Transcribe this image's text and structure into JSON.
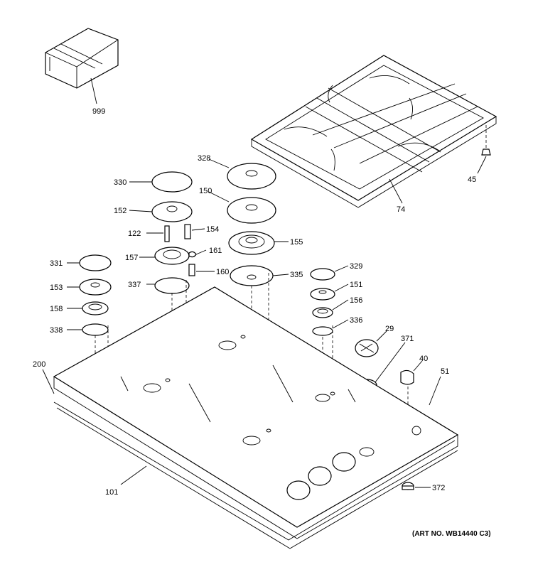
{
  "art_number": "(ART NO. WB14440 C3)",
  "callouts": {
    "c999": "999",
    "c74": "74",
    "c45": "45",
    "c328": "328",
    "c330": "330",
    "c150": "150",
    "c152": "152",
    "c122": "122",
    "c154": "154",
    "c155": "155",
    "c161": "161",
    "c157": "157",
    "c160": "160",
    "c331": "331",
    "c337": "337",
    "c335": "335",
    "c153": "153",
    "c158": "158",
    "c338": "338",
    "c329": "329",
    "c151": "151",
    "c156": "156",
    "c336": "336",
    "c29": "29",
    "c371": "371",
    "c40": "40",
    "c51": "51",
    "c200": "200",
    "c101": "101",
    "c372": "372"
  }
}
